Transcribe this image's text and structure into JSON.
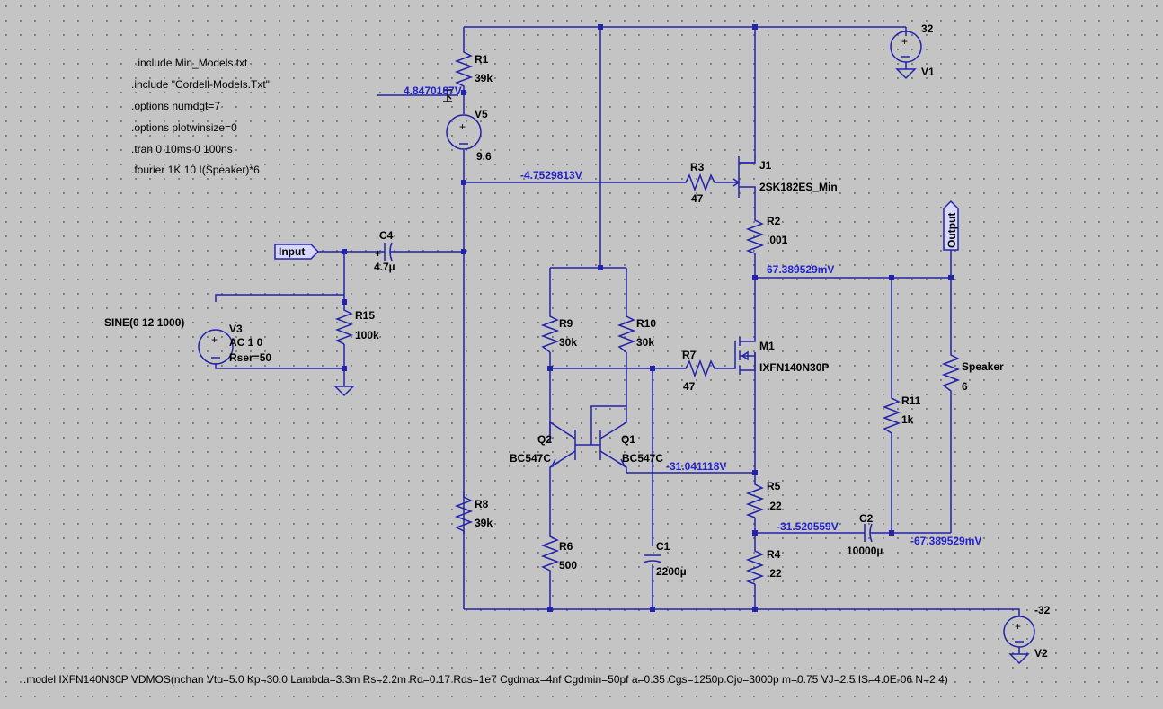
{
  "directives": [
    ".include Min_Models.txt",
    ".include \"Cordell-Models.Txt\"",
    ".options numdgt=7",
    ".options plotwinsize=0",
    ".tran 0 10ms 0 100ns",
    ".fourier 1K 10 I(Speaker)*6"
  ],
  "model_line": ".model IXFN140N30P VDMOS(nchan Vto=5.0 Kp=30.0 Lambda=3.3m Rs=2.2m Rd=0.17 Rds=1e7 Cgdmax=4nf Cgdmin=50pf a=0.35 Cgs=1250p Cjo=3000p m=0.75 VJ=2.5 IS=4.0E-06 N=2.4)",
  "components": {
    "R1": {
      "name": "R1",
      "value": "39k"
    },
    "V5": {
      "name": "V5",
      "value": "9.6"
    },
    "R3": {
      "name": "R3",
      "value": "47"
    },
    "J1": {
      "name": "J1",
      "value": "2SK182ES_Min"
    },
    "R2": {
      "name": "R2",
      "value": ".001"
    },
    "C4": {
      "name": "C4",
      "value": "4.7µ"
    },
    "R15": {
      "name": "R15",
      "value": "100k"
    },
    "V3": {
      "name": "V3",
      "line1": "AC 1 0",
      "line2": "Rser=50",
      "source": "SINE(0 12 1000)"
    },
    "R9": {
      "name": "R9",
      "value": "30k"
    },
    "R10": {
      "name": "R10",
      "value": "30k"
    },
    "R7": {
      "name": "R7",
      "value": "47"
    },
    "M1": {
      "name": "M1",
      "value": "IXFN140N30P"
    },
    "Q2": {
      "name": "Q2",
      "value": "BC547C"
    },
    "Q1": {
      "name": "Q1",
      "value": "BC547C"
    },
    "R8": {
      "name": "R8",
      "value": "39k"
    },
    "R6": {
      "name": "R6",
      "value": "500"
    },
    "C1": {
      "name": "C1",
      "value": "2200µ"
    },
    "R5": {
      "name": "R5",
      "value": ".22"
    },
    "R4": {
      "name": "R4",
      "value": ".22"
    },
    "C2": {
      "name": "C2",
      "value": "10000µ"
    },
    "R11": {
      "name": "R11",
      "value": "1k"
    },
    "Speaker": {
      "name": "Speaker",
      "value": "6"
    },
    "V1": {
      "name": "V1",
      "value": "32"
    },
    "V2": {
      "name": "V2",
      "value": "-32"
    }
  },
  "net_labels": {
    "input": "Input",
    "output": "Output"
  },
  "voltages": {
    "v5_plus": "4.8470187V",
    "gate_j1": "-4.7529813V",
    "source_j1": "67.389529mV",
    "m1_source": "-31.041118V",
    "r5_bottom": "-31.520559V",
    "c2_right": "-67.389529mV"
  }
}
